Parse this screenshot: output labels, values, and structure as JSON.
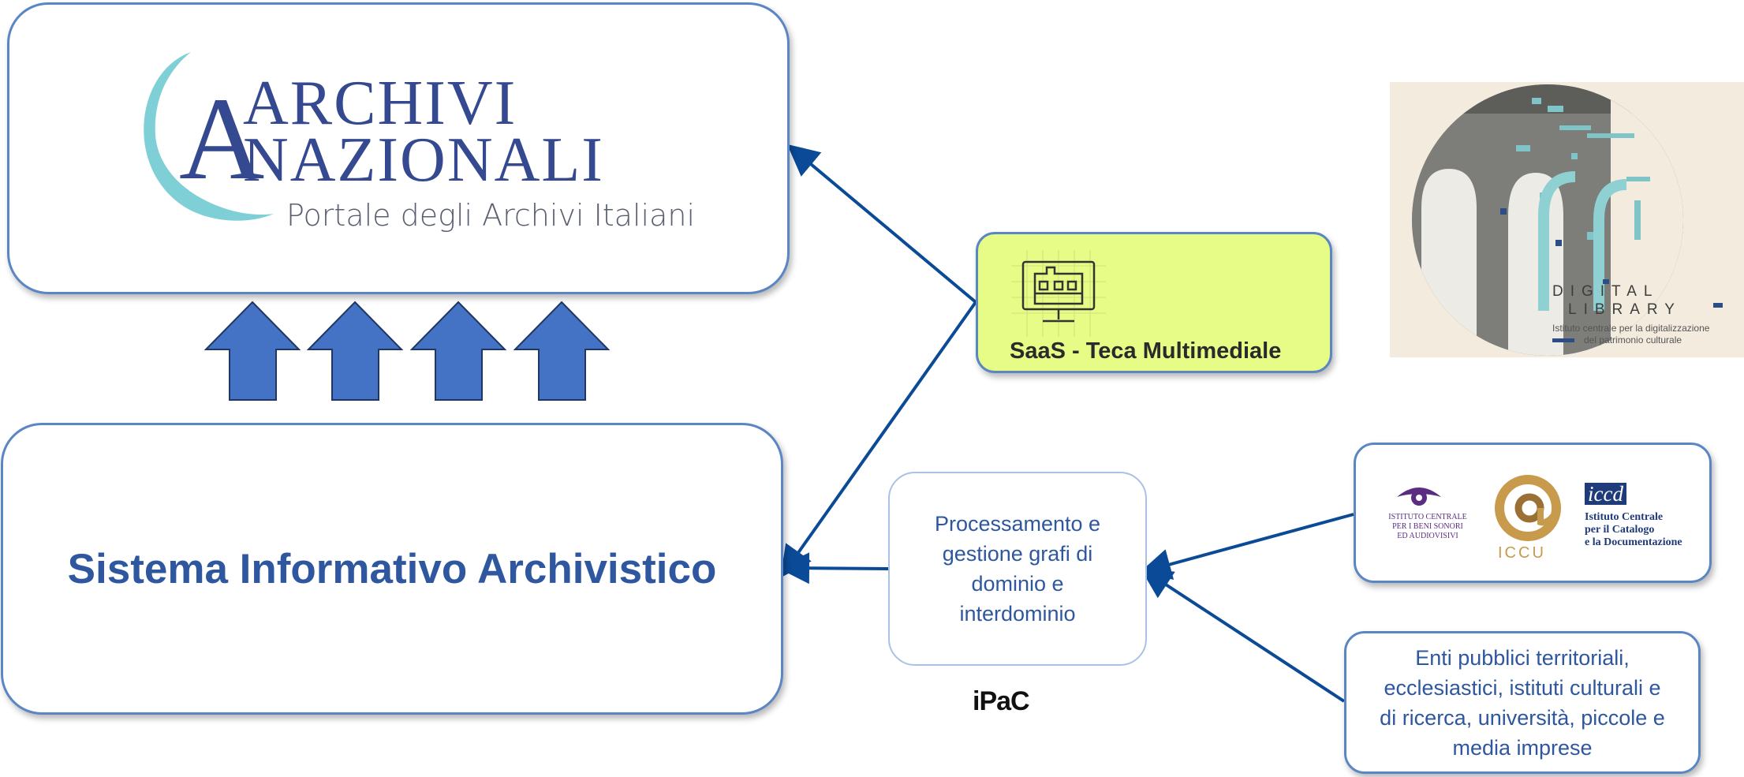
{
  "archivi_logo": {
    "line1": "ARCHIVI",
    "line2": "NAZIONALI",
    "subtitle": "Portale degli Archivi Italiani",
    "primary_color": "#34498f",
    "swoosh_color": "#7fcfd6"
  },
  "sistema": {
    "title": "Sistema Informativo Archivistico",
    "color": "#2e57a0"
  },
  "saas": {
    "label": "SaaS - Teca Multimediale",
    "icon": "monitor-building-icon",
    "bg_color": "#e6fc86"
  },
  "processamento": {
    "lines": [
      "Processamento e",
      "gestione grafi di",
      "dominio e",
      "interdominio"
    ],
    "color": "#2e57a0"
  },
  "ipac": {
    "label": "iPaC"
  },
  "digital_library": {
    "line1": "DIGITAL",
    "line2": "LIBRARY",
    "caption1": "Istituto centrale per la digitalizzazione",
    "caption2": "del patrimonio culturale",
    "bg_color": "#f3ecde"
  },
  "institutes": {
    "icbsa": [
      "ISTITUTO CENTRALE",
      "PER I BENI SONORI",
      "ED AUDIOVISIVI"
    ],
    "iccu": "ICCU",
    "iccd_mark": "iccd",
    "iccd": [
      "Istituto Centrale",
      "per il Catalogo",
      "e la Documentazione"
    ]
  },
  "enti": {
    "lines": [
      "Enti pubblici territoriali,",
      "ecclesiastici,  istituti culturali e",
      "di ricerca,  università,  piccole e",
      "media imprese"
    ],
    "color": "#2e57a0"
  },
  "colors": {
    "arrow": "#0b4a96",
    "box_border": "#5b86c4",
    "up_arrow_fill": "#4472c4",
    "up_arrow_stroke": "#1f3763"
  }
}
